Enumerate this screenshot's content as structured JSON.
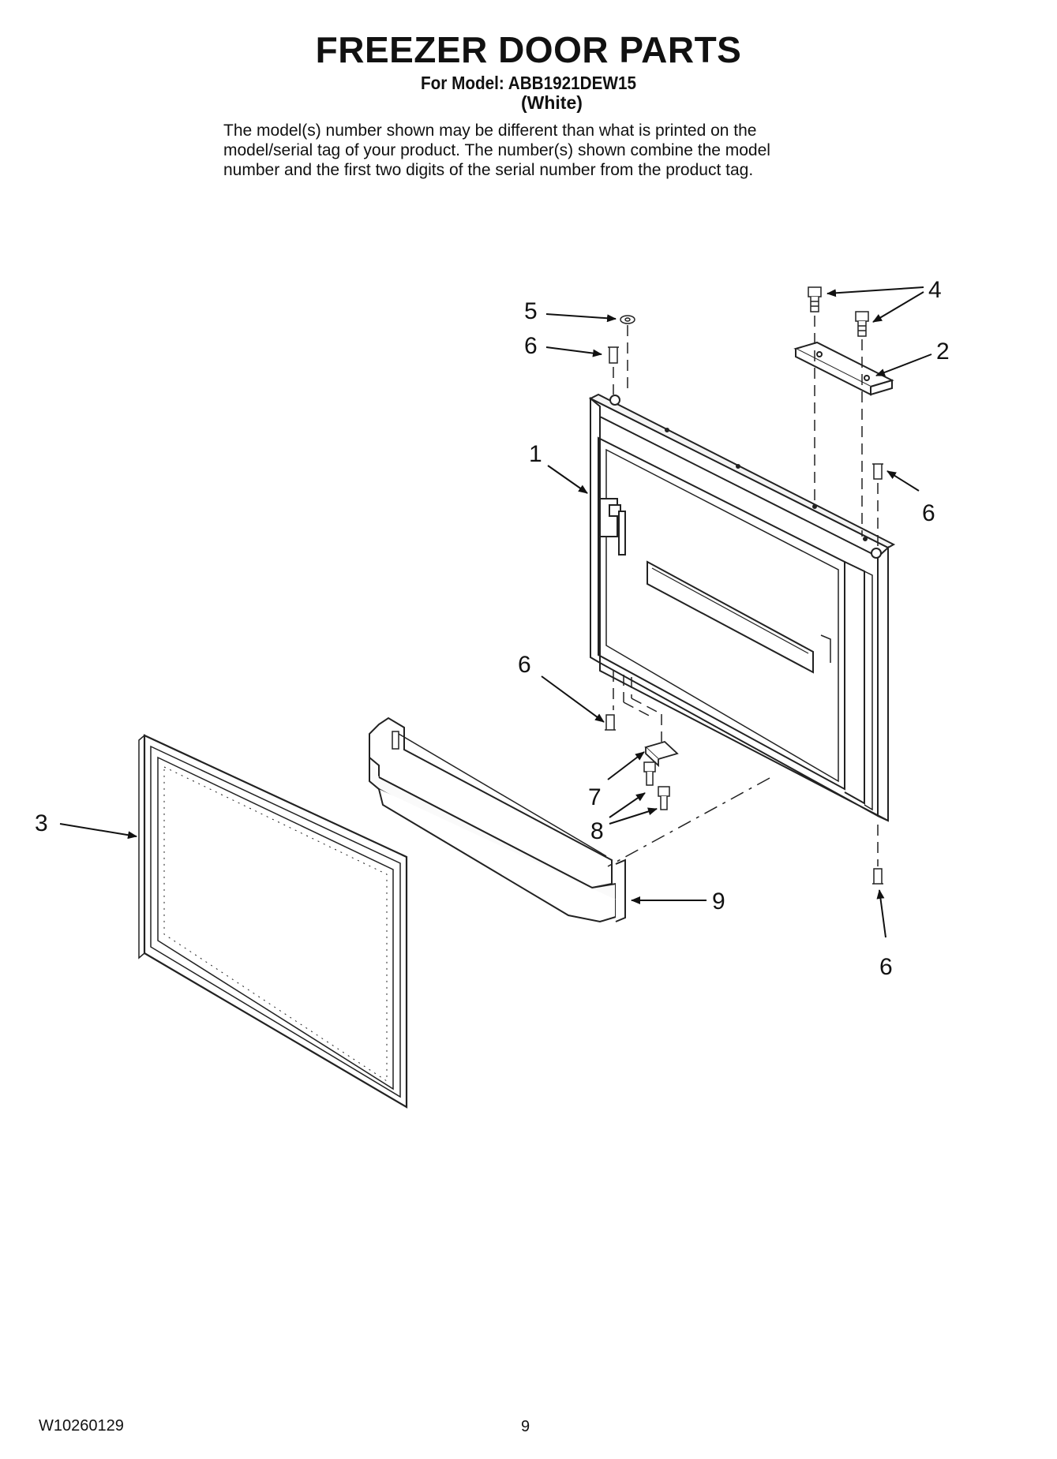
{
  "header": {
    "title": "FREEZER DOOR PARTS",
    "model_line": "For Model: ABB1921DEW15",
    "color_line": "(White)",
    "note_lines": [
      "The model(s) number shown may be different than what is printed on the",
      "model/serial tag of your product. The number(s) shown combine the model",
      "number and the first two digits of the serial number from the product tag."
    ]
  },
  "callouts": {
    "c1": "1",
    "c2": "2",
    "c3": "3",
    "c4": "4",
    "c5": "5",
    "c6a": "6",
    "c6b": "6",
    "c6c": "6",
    "c6d": "6",
    "c7": "7",
    "c8": "8",
    "c9": "9"
  },
  "footer": {
    "doc_code": "W10260129",
    "page_number": "9"
  }
}
